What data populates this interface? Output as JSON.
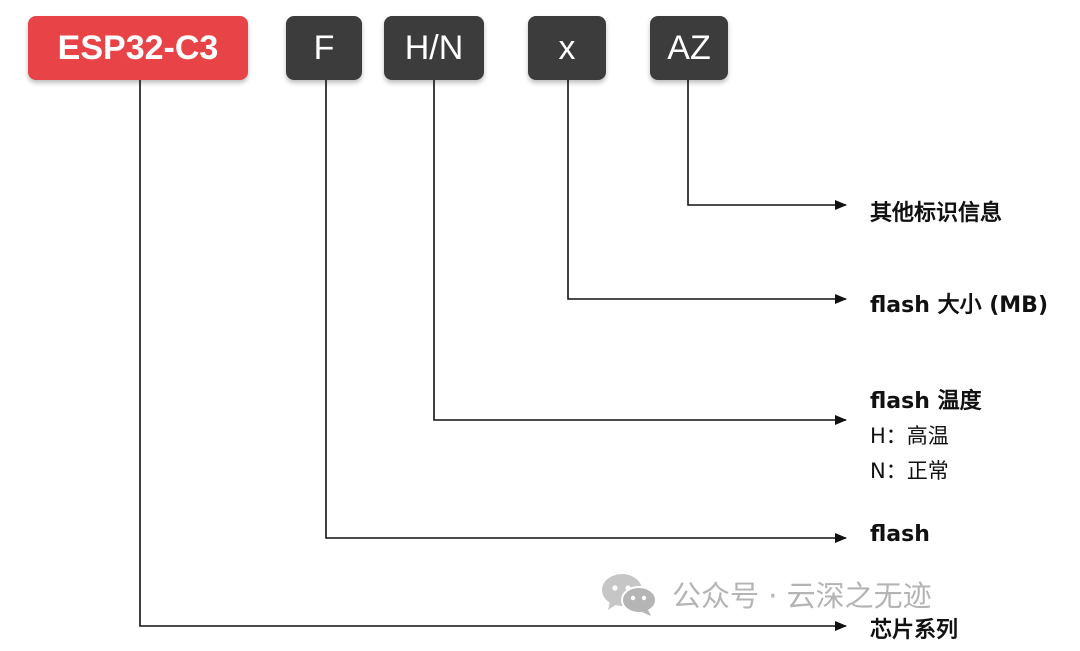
{
  "boxes": {
    "chip": "ESP32-C3",
    "flash": "F",
    "temperature": "H/N",
    "size": "x",
    "other": "AZ"
  },
  "labels": {
    "other": "其他标识信息",
    "size": "flash 大小 (MB)",
    "temperature": "flash 温度",
    "temperature_h": "H：高温",
    "temperature_n": "N：正常",
    "flash": "flash",
    "series": "芯片系列"
  },
  "watermark": {
    "text": "公众号 · 云深之无迹",
    "icon": "wechat-icon"
  },
  "colors": {
    "chip_box": "#e84346",
    "code_box": "#3c3c3c",
    "line": "#111111"
  }
}
